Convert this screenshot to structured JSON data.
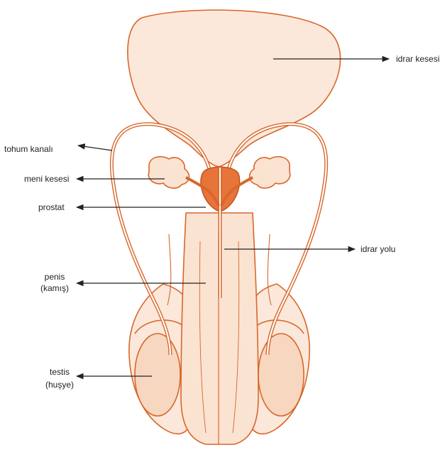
{
  "labels": {
    "idrar_kesesi": "idrar kesesi",
    "tohum_kanali": "tohum kanalı",
    "meni_kesesi": "meni kesesi",
    "prostat": "prostat",
    "idrar_yolu": "idrar yolu",
    "penis_line1": "penis",
    "penis_line2": "(kamış)",
    "testis_line1": "testis",
    "testis_line2": "(huşye)"
  },
  "colors": {
    "outline": "#d9662a",
    "fill": "#fbe8da",
    "fill_dark": "#f2c4a4",
    "prostate": "#e7753a",
    "arrow": "#222222"
  }
}
